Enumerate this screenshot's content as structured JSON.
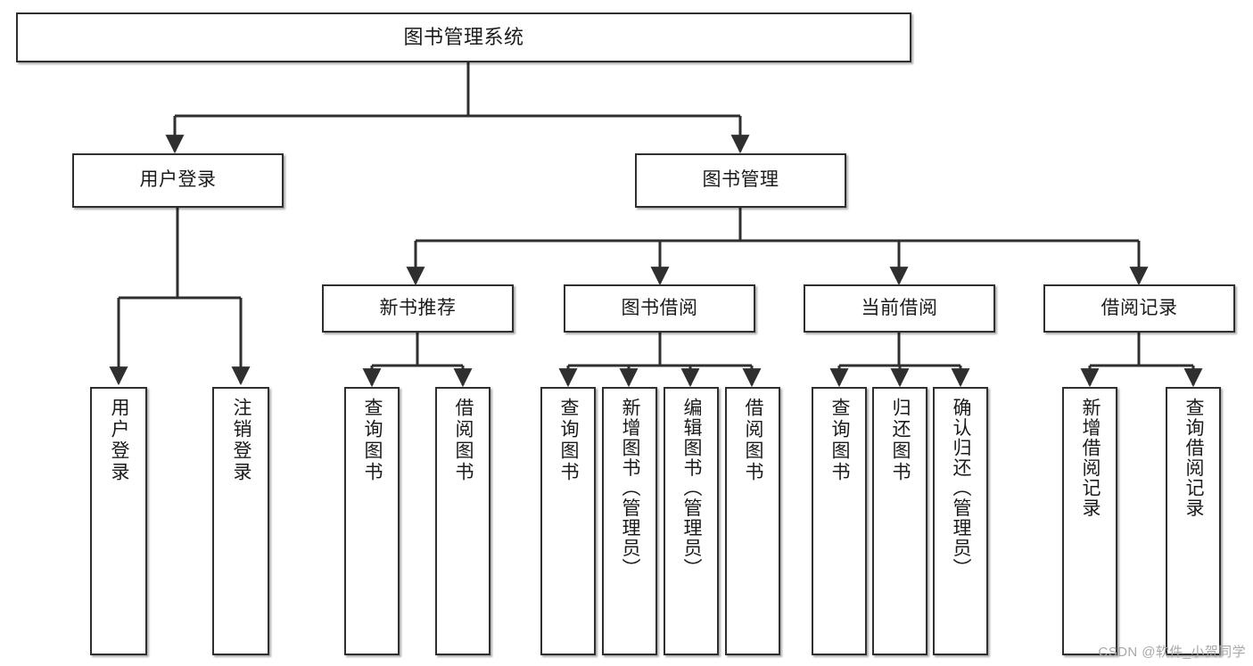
{
  "diagram": {
    "type": "tree-hierarchy",
    "title": "图书管理系统",
    "colors": {
      "box_border": "#2f2f2f",
      "box_fill": "#ffffff",
      "connector": "#2f2f2f",
      "text": "#1b1b1b",
      "watermark": "#a9a9a9",
      "background": "#ffffff"
    },
    "root": {
      "label": "图书管理系统"
    },
    "level1": [
      {
        "label": "用户登录"
      },
      {
        "label": "图书管理"
      }
    ],
    "level2": [
      {
        "label": "新书推荐"
      },
      {
        "label": "图书借阅"
      },
      {
        "label": "当前借阅"
      },
      {
        "label": "借阅记录"
      }
    ],
    "leaves": {
      "user_login": [
        {
          "label": "用户登录"
        },
        {
          "label": "注销登录"
        }
      ],
      "new_book": [
        {
          "label": "查询图书"
        },
        {
          "label": "借阅图书"
        }
      ],
      "book_borrow": [
        {
          "label": "查询图书"
        },
        {
          "label": "新增图书（管理员）"
        },
        {
          "label": "编辑图书（管理员）"
        },
        {
          "label": "借阅图书"
        }
      ],
      "current_borrow": [
        {
          "label": "查询图书"
        },
        {
          "label": "归还图书"
        },
        {
          "label": "确认归还（管理员）"
        }
      ],
      "borrow_record": [
        {
          "label": "新增借阅记录"
        },
        {
          "label": "查询借阅记录"
        }
      ]
    }
  },
  "watermark": {
    "text": "CSDN @软件_小贺同学"
  }
}
